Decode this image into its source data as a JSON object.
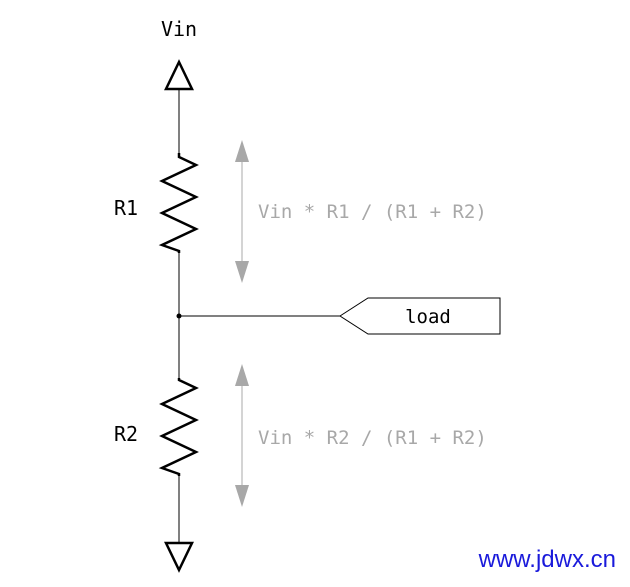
{
  "diagram": {
    "input_label": "Vin",
    "resistor_top": "R1",
    "resistor_bottom": "R2",
    "top_voltage_formula": "Vin * R1 / (R1 + R2)",
    "bottom_voltage_formula": "Vin * R2 / (R1 + R2)",
    "output_port_label": "load"
  },
  "watermark": {
    "text": "www.jdwx.cn",
    "color": "#1a1adb"
  },
  "colors": {
    "wire": "#000000",
    "annotation": "#a8a8a8",
    "background": "#ffffff"
  }
}
